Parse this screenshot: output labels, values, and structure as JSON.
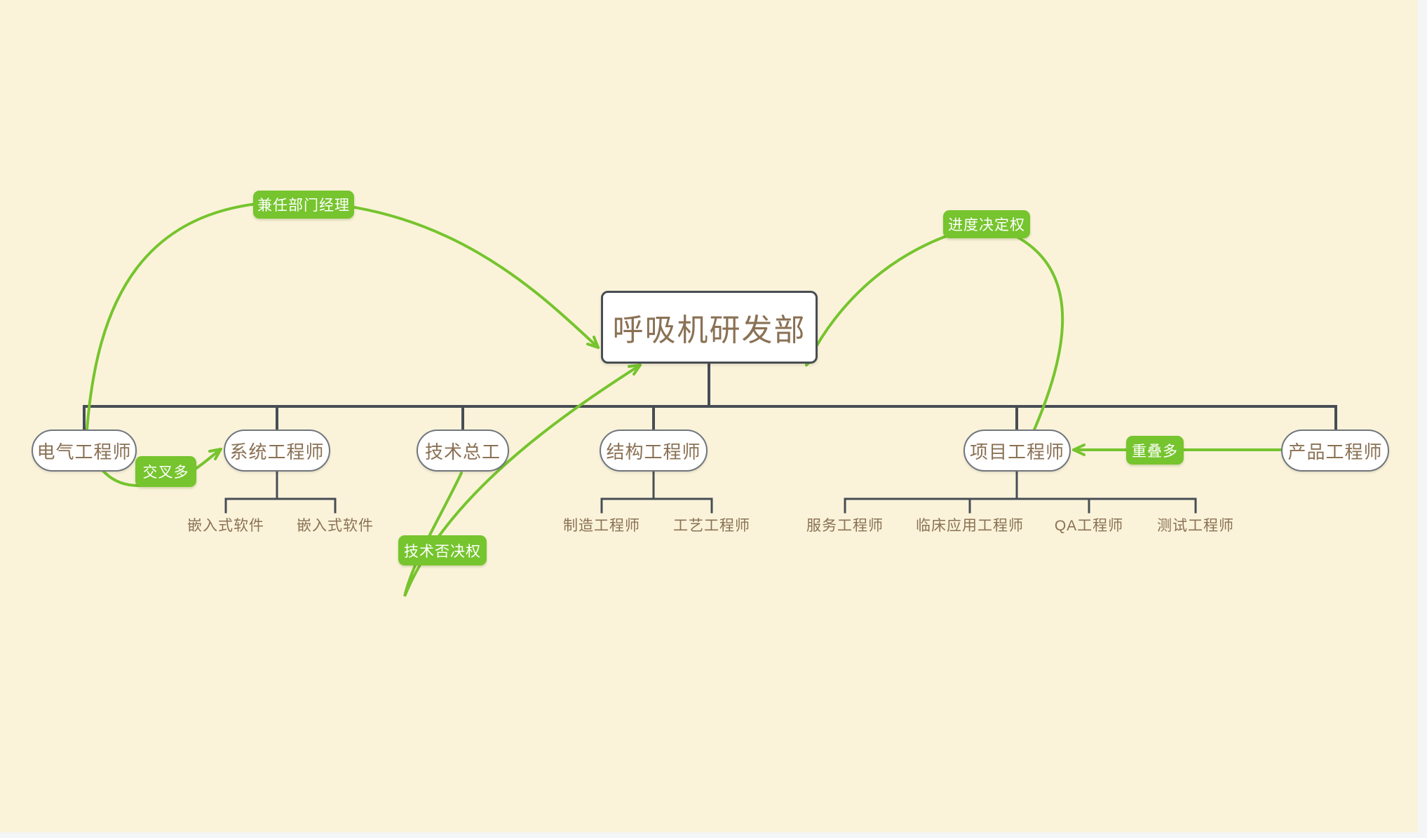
{
  "diagram": {
    "type": "mindmap-org-chart",
    "background_color": "#FAF3DA",
    "tree_line_color": "#474D54",
    "node_border_color": "#70767D",
    "node_fill_color": "#FFFFFF",
    "node_text_color": "#8A7154",
    "relation_color": "#76C42E",
    "relation_text_color": "#FFFFFF",
    "scrollbar_color": "#F4F5F7"
  },
  "root": {
    "label": "呼吸机研发部"
  },
  "branches": [
    {
      "label": "电气工程师",
      "children": []
    },
    {
      "label": "系统工程师",
      "children": [
        "嵌入式软件",
        "嵌入式软件"
      ]
    },
    {
      "label": "技术总工",
      "children": []
    },
    {
      "label": "结构工程师",
      "children": [
        "制造工程师",
        "工艺工程师"
      ]
    },
    {
      "label": "项目工程师",
      "children": [
        "服务工程师",
        "临床应用工程师",
        "QA工程师",
        "测试工程师"
      ]
    },
    {
      "label": "产品工程师",
      "children": []
    }
  ],
  "relations": [
    {
      "label": "兼任部门经理",
      "from": "电气工程师",
      "to": "呼吸机研发部"
    },
    {
      "label": "进度决定权",
      "from": "项目工程师",
      "to": "呼吸机研发部"
    },
    {
      "label": "交叉多",
      "from": "电气工程师",
      "to": "系统工程师"
    },
    {
      "label": "技术否决权",
      "from": "技术总工",
      "to": "呼吸机研发部"
    },
    {
      "label": "重叠多",
      "from": "产品工程师",
      "to": "项目工程师"
    }
  ]
}
